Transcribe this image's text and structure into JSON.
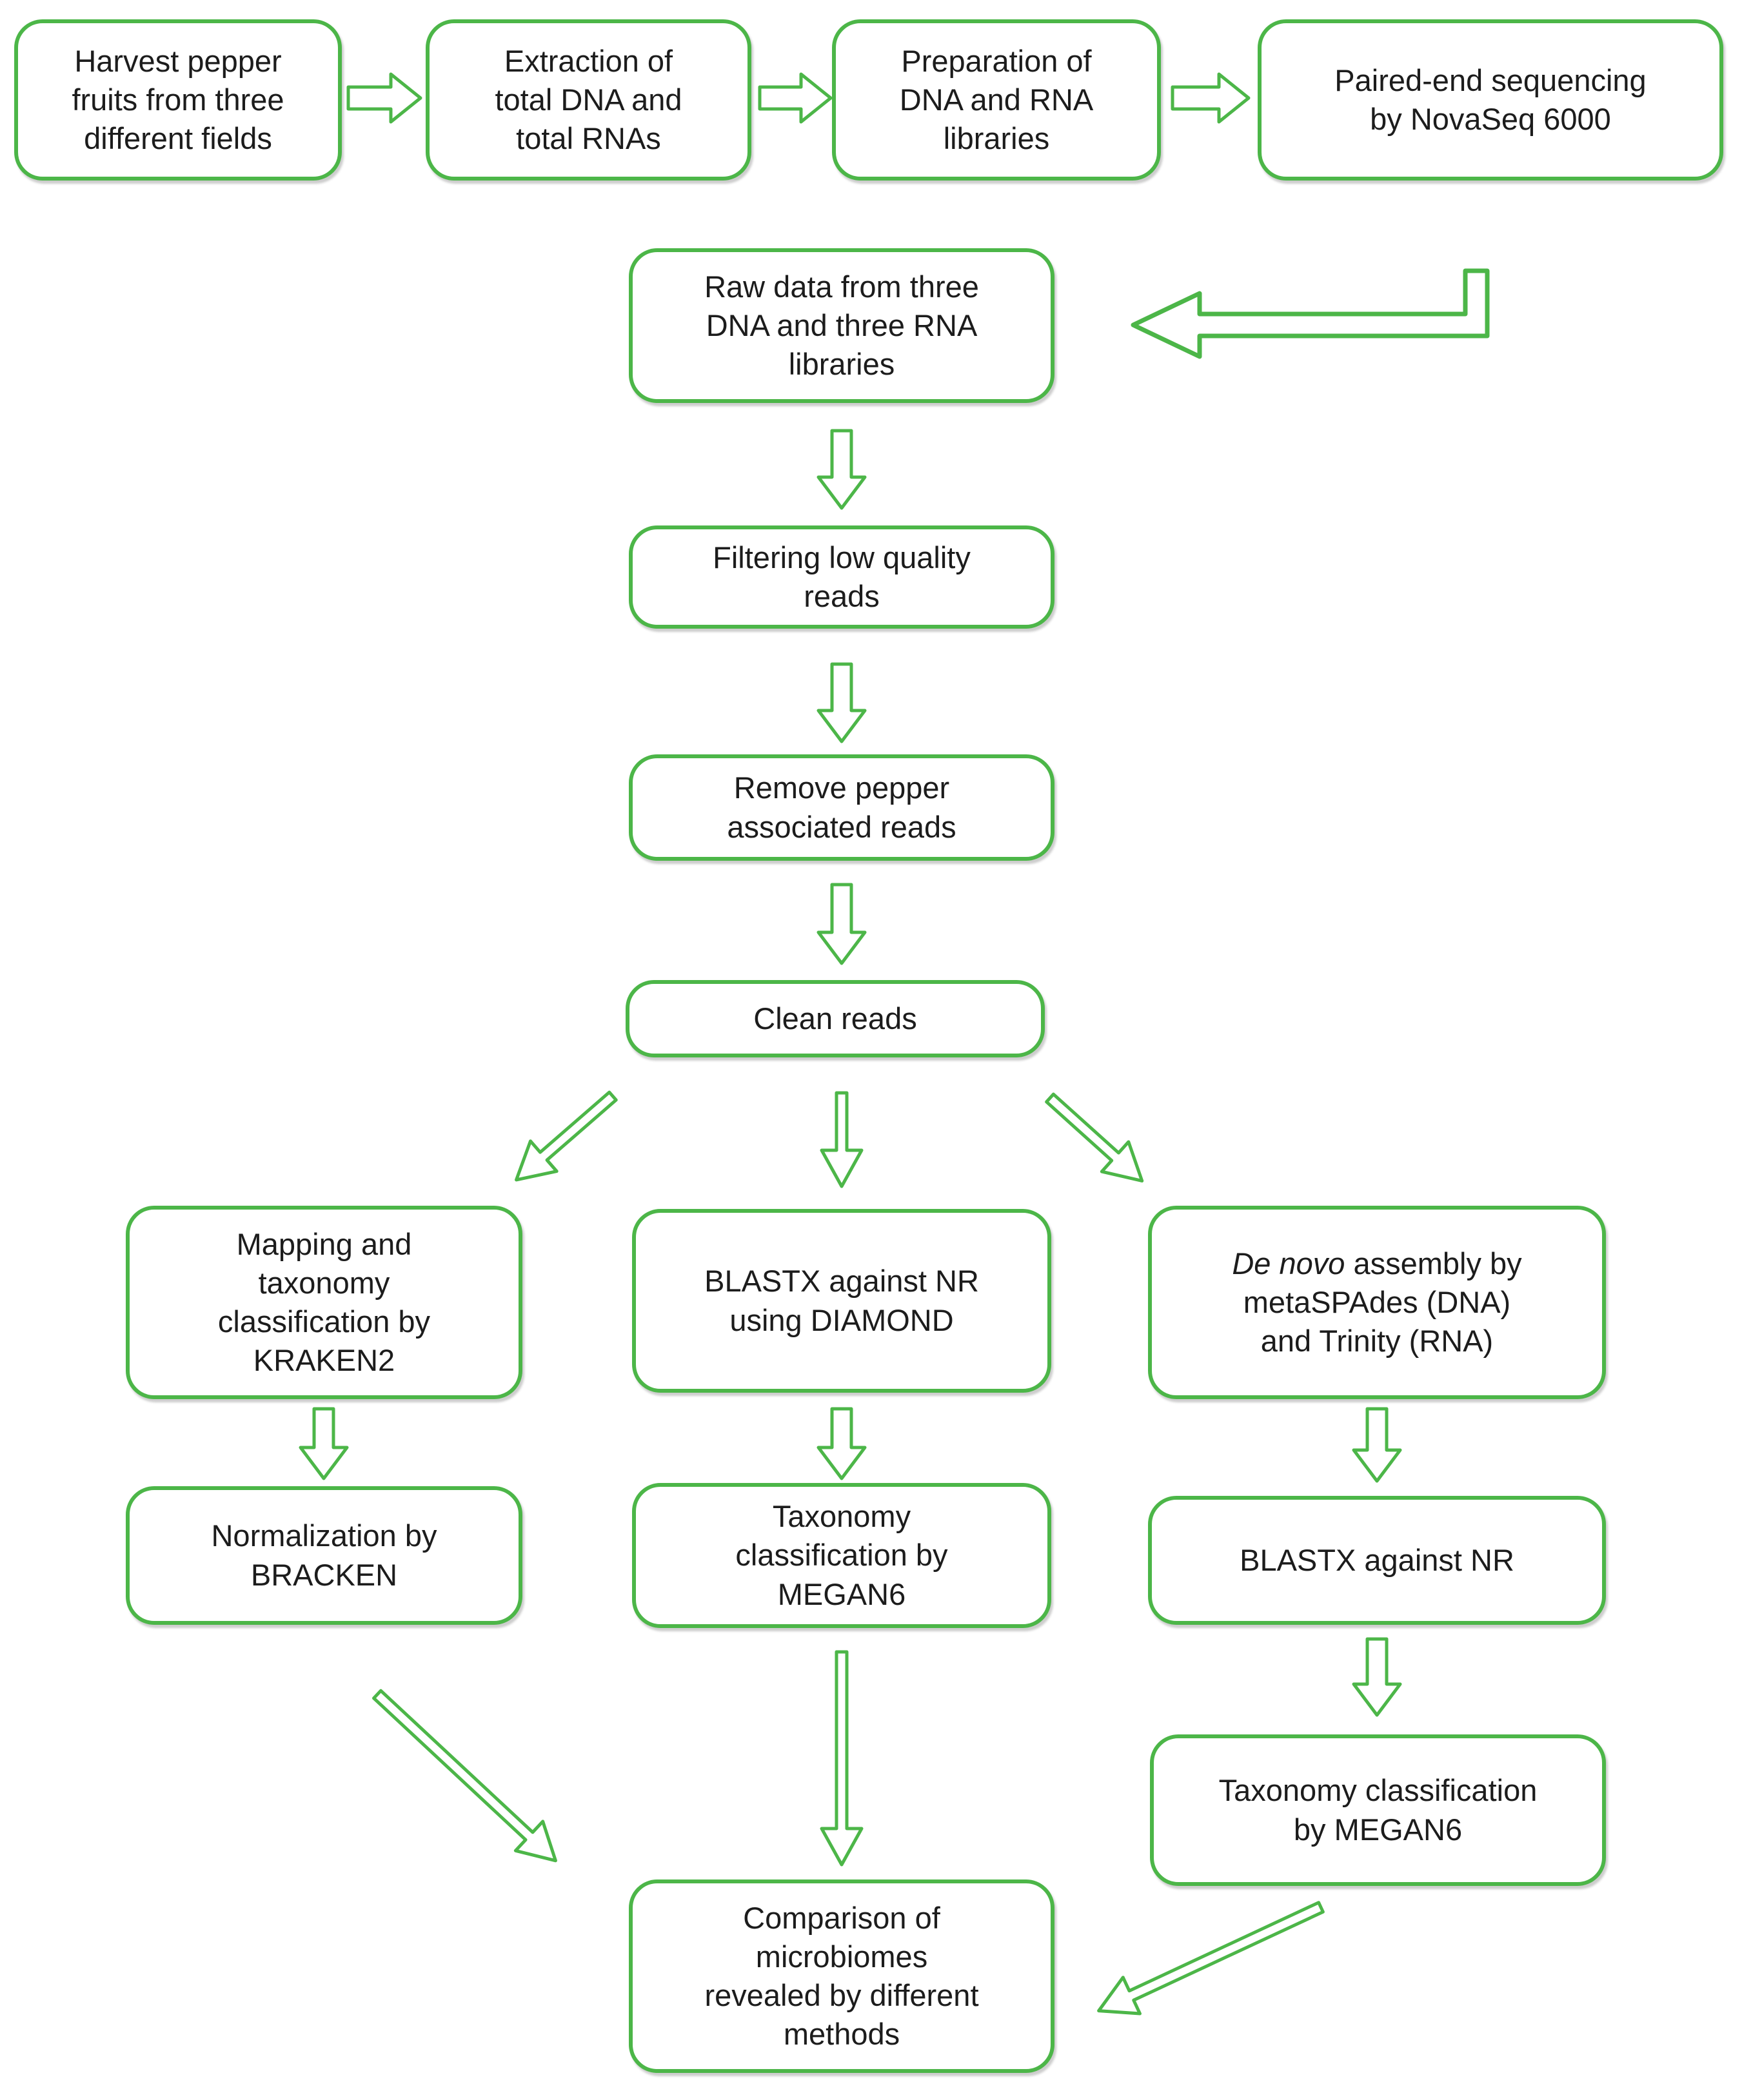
{
  "colors": {
    "accent_green": "#4cb648",
    "text_black": "#1c1c1c",
    "background": "#ffffff"
  },
  "flowchart": {
    "nodes": {
      "harvest": {
        "label": "Harvest pepper\nfruits from three\ndifferent fields"
      },
      "extraction": {
        "label": "Extraction of\ntotal DNA and\ntotal RNAs"
      },
      "preparation": {
        "label": "Preparation of\nDNA and RNA\nlibraries"
      },
      "sequencing": {
        "label": "Paired-end sequencing\nby NovaSeq 6000"
      },
      "rawdata": {
        "label": "Raw data from three\nDNA and three RNA\nlibraries"
      },
      "filtering": {
        "label": "Filtering low quality\nreads"
      },
      "remove": {
        "label": "Remove pepper\nassociated reads"
      },
      "clean": {
        "label": "Clean reads"
      },
      "kraken": {
        "label": "Mapping and\ntaxonomy\nclassification by\nKRAKEN2"
      },
      "diamond": {
        "label": "BLASTX against NR\nusing DIAMOND"
      },
      "denovo": {
        "label_italic": "De novo",
        "label_rest": " assembly by\nmetaSPAdes (DNA)\nand Trinity (RNA)"
      },
      "bracken": {
        "label": "Normalization by\nBRACKEN"
      },
      "megan_mid": {
        "label": "Taxonomy\nclassification by\nMEGAN6"
      },
      "blastx_r": {
        "label": "BLASTX against NR"
      },
      "megan_r": {
        "label": "Taxonomy classification\nby MEGAN6"
      },
      "comparison": {
        "label": "Comparison of\nmicrobiomes\nrevealed by different\nmethods"
      }
    },
    "arrows": [
      "arrow-harvest-to-extraction",
      "arrow-extraction-to-preparation",
      "arrow-preparation-to-sequencing",
      "arrow-sequencing-to-rawdata",
      "arrow-rawdata-to-filtering",
      "arrow-filtering-to-remove",
      "arrow-remove-to-clean",
      "arrow-clean-to-kraken",
      "arrow-clean-to-diamond",
      "arrow-clean-to-denovo",
      "arrow-kraken-to-bracken",
      "arrow-diamond-to-megan-mid",
      "arrow-denovo-to-blastx",
      "arrow-blastx-to-megan-right",
      "arrow-bracken-to-comparison",
      "arrow-megan-mid-to-comparison",
      "arrow-megan-right-to-comparison"
    ]
  }
}
